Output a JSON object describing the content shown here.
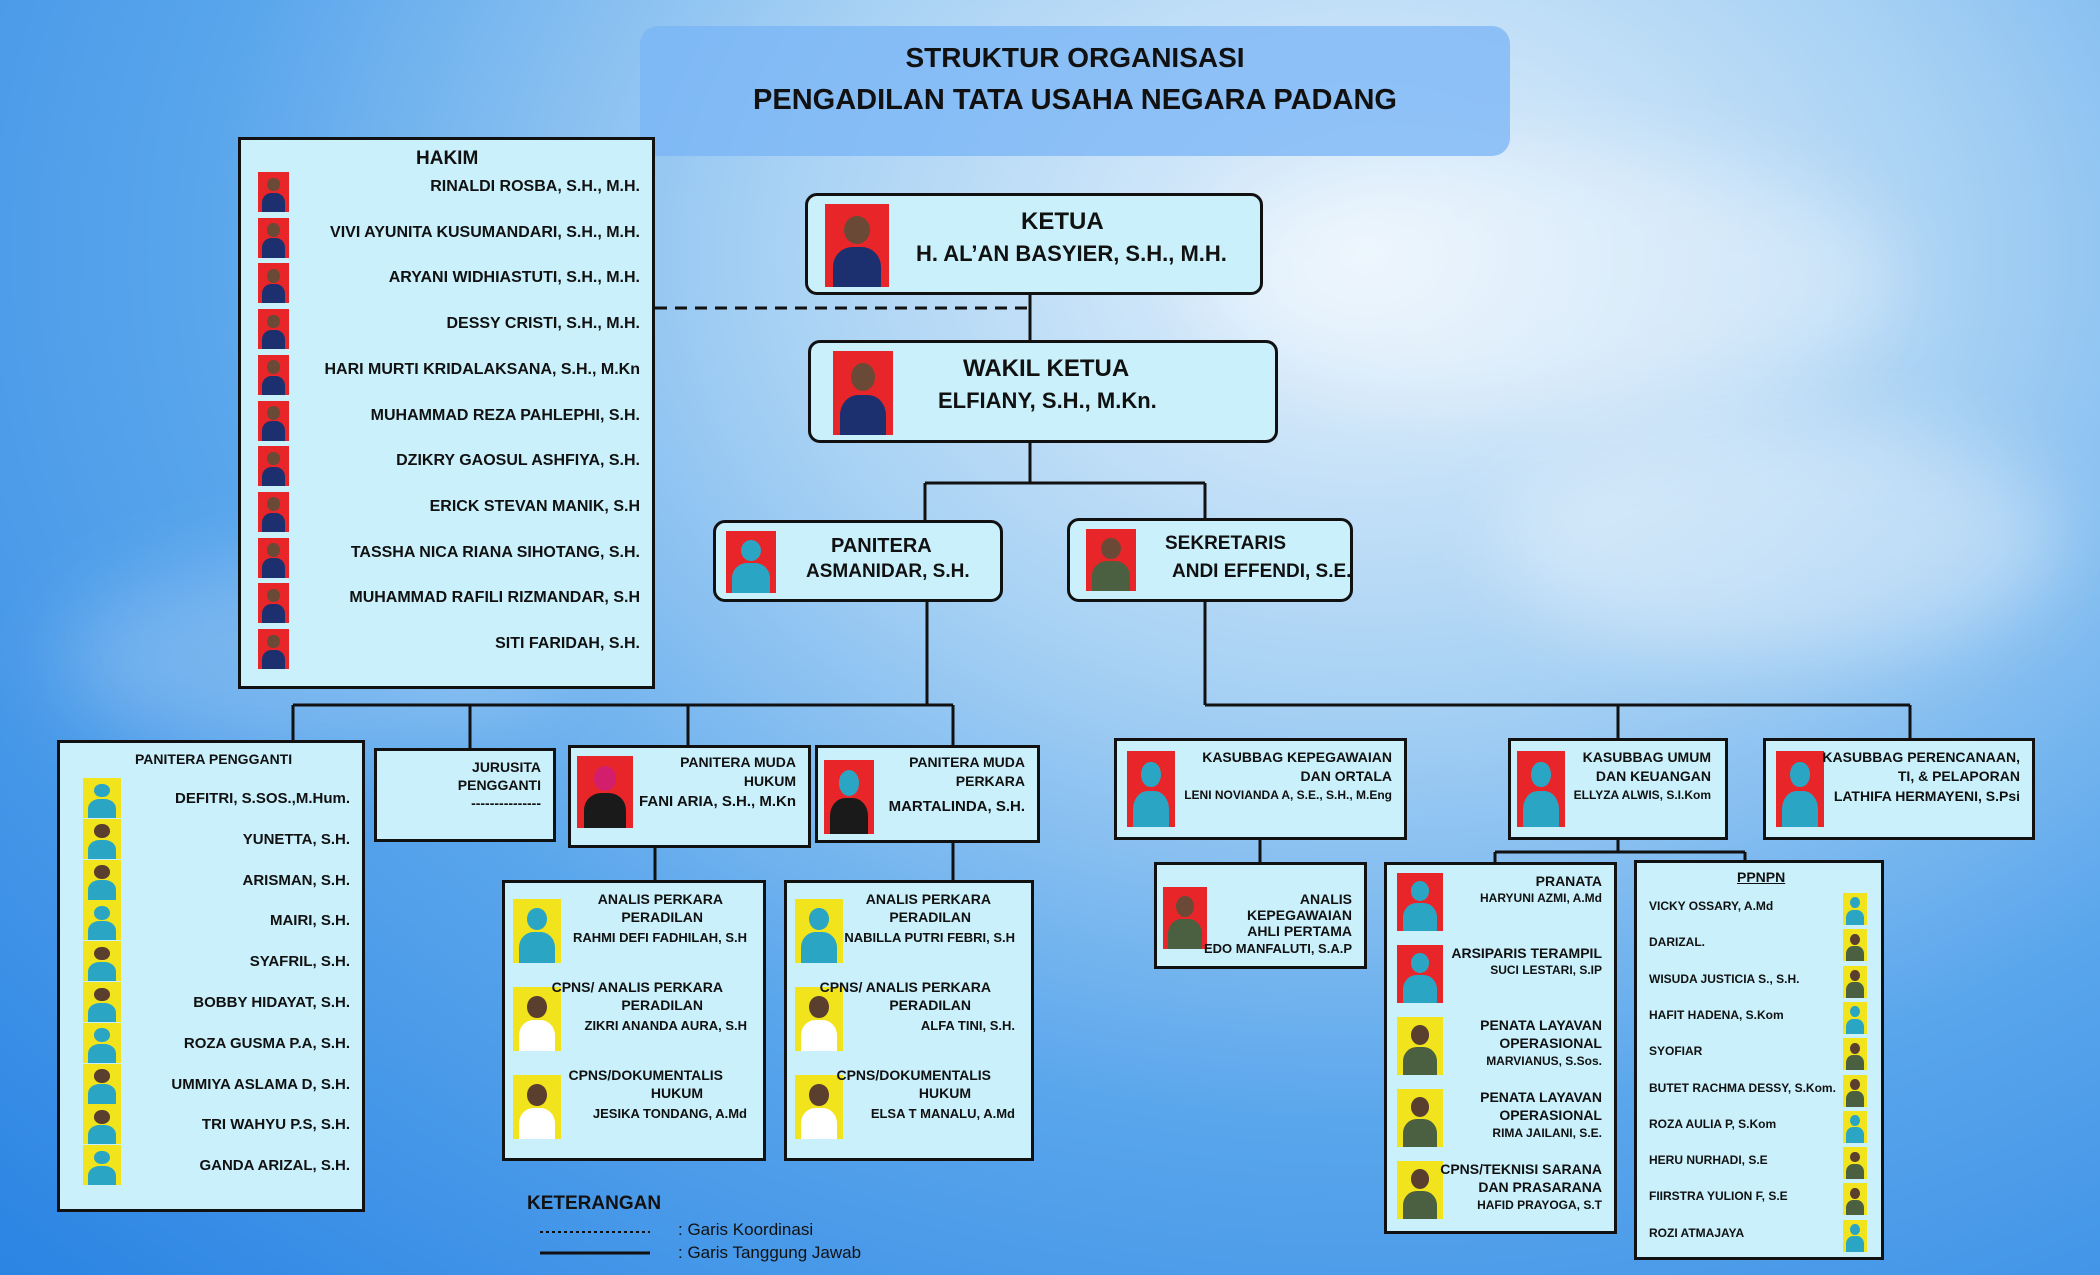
{
  "title": {
    "line1": "STRUKTUR ORGANISASI",
    "line2": "PENGADILAN TATA USAHA NEGARA PADANG"
  },
  "ketua": {
    "title": "KETUA",
    "name": "H. AL’AN BASYIER, S.H., M.H."
  },
  "wakil": {
    "title": "WAKIL KETUA",
    "name": "ELFIANY, S.H., M.Kn."
  },
  "panitera": {
    "title": "PANITERA",
    "name": "ASMANIDAR, S.H."
  },
  "sekretaris": {
    "title": "SEKRETARIS",
    "name": "ANDI EFFENDI, S.E."
  },
  "hakim": {
    "title": "HAKIM",
    "members": [
      "RINALDI ROSBA, S.H., M.H.",
      "VIVI AYUNITA KUSUMANDARI, S.H., M.H.",
      "ARYANI WIDHIASTUTI, S.H., M.H.",
      "DESSY CRISTI, S.H., M.H.",
      "HARI MURTI KRIDALAKSANA, S.H., M.Kn",
      "MUHAMMAD REZA PAHLEPHI, S.H.",
      "DZIKRY GAOSUL ASHFIYA, S.H.",
      "ERICK STEVAN MANIK, S.H",
      "TASSHA NICA RIANA SIHOTANG, S.H.",
      "MUHAMMAD RAFILI RIZMANDAR, S.H",
      "SITI FARIDAH, S.H."
    ]
  },
  "pp": {
    "title": "PANITERA PENGGANTI",
    "members": [
      "DEFITRI, S.SOS.,M.Hum.",
      "YUNETTA, S.H.",
      "ARISMAN, S.H.",
      "MAIRI, S.H.",
      "SYAFRIL, S.H.",
      "BOBBY HIDAYAT, S.H.",
      "ROZA GUSMA P.A, S.H.",
      "UMMIYA ASLAMA D, S.H.",
      "TRI WAHYU P.S, S.H.",
      "GANDA ARIZAL, S.H."
    ]
  },
  "jurusita": {
    "title1": "JURUSITA",
    "title2": "PENGGANTI",
    "name": "---------------"
  },
  "pm_hukum": {
    "title1": "PANITERA MUDA",
    "title2": "HUKUM",
    "name": "FANI ARIA, S.H., M.Kn"
  },
  "pm_perkara": {
    "title1": "PANITERA MUDA",
    "title2": "PERKARA",
    "name": "MARTALINDA, S.H."
  },
  "hukum_staff": [
    {
      "t1": "ANALIS PERKARA",
      "t2": "PERADILAN",
      "name": "RAHMI DEFI FADHILAH, S.H"
    },
    {
      "t1": "CPNS/ ANALIS PERKARA",
      "t2": "PERADILAN",
      "name": "ZIKRI ANANDA AURA, S.H"
    },
    {
      "t1": "CPNS/DOKUMENTALIS",
      "t2": "HUKUM",
      "name": "JESIKA TONDANG, A.Md"
    }
  ],
  "perkara_staff": [
    {
      "t1": "ANALIS PERKARA",
      "t2": "PERADILAN",
      "name": "NABILLA PUTRI FEBRI, S.H"
    },
    {
      "t1": "CPNS/ ANALIS PERKARA",
      "t2": "PERADILAN",
      "name": "ALFA TINI, S.H."
    },
    {
      "t1": "CPNS/DOKUMENTALIS",
      "t2": "HUKUM",
      "name": "ELSA T MANALU, A.Md"
    }
  ],
  "kepeg": {
    "title1": "KASUBBAG KEPEGAWAIAN",
    "title2": "DAN ORTALA",
    "name": "LENI NOVIANDA A, S.E., S.H., M.Eng"
  },
  "umum": {
    "title1": "KASUBBAG UMUM",
    "title2": "DAN KEUANGAN",
    "name": "ELLYZA ALWIS, S.I.Kom"
  },
  "perencanaan": {
    "title1": "KASUBBAG PERENCANAAN,",
    "title2": "TI, & PELAPORAN",
    "name": "LATHIFA HERMAYENI, S.Psi"
  },
  "analis_kepeg": {
    "t1": "ANALIS",
    "t2": "KEPEGAWAIAN",
    "t3": "AHLI PERTAMA",
    "name": "EDO MANFALUTI, S.A.P"
  },
  "umum_staff": [
    {
      "t1": "PRANATA",
      "t2": "",
      "name": "HARYUNI AZMI, A.Md"
    },
    {
      "t1": "ARSIPARIS TERAMPIL",
      "t2": "",
      "name": "SUCI LESTARI, S.IP"
    },
    {
      "t1": "PENATA LAYAVAN",
      "t2": "OPERASIONAL",
      "name": "MARVIANUS, S.Sos."
    },
    {
      "t1": "PENATA LAYAVAN",
      "t2": "OPERASIONAL",
      "name": "RIMA JAILANI, S.E."
    },
    {
      "t1": "CPNS/TEKNISI SARANA",
      "t2": "DAN PRASARANA",
      "name": "HAFID PRAYOGA, S.T"
    }
  ],
  "ppnpn": {
    "title": "PPNPN",
    "members": [
      "VICKY OSSARY, A.Md",
      "DARIZAL.",
      "WISUDA JUSTICIA S., S.H.",
      "HAFIT HADENA, S.Kom",
      "SYOFIAR",
      "BUTET RACHMA DESSY, S.Kom.",
      "ROZA AULIA P, S.Kom",
      "HERU NURHADI, S.E",
      "FIIRSTRA YULION F, S.E",
      "ROZI ATMAJAYA"
    ]
  },
  "legend": {
    "title": "KETERANGAN",
    "dotted": ": Garis Koordinasi",
    "solid": ": Garis Tanggung Jawab"
  },
  "colors": {
    "box_fill": "#c9f0fb",
    "photo_red": "#e8262a",
    "photo_yellow": "#f2e41c",
    "photo_blue": "#3a6fd0",
    "robe_blue": "#1c2f6e",
    "hijab_teal": "#2aa6c4"
  }
}
